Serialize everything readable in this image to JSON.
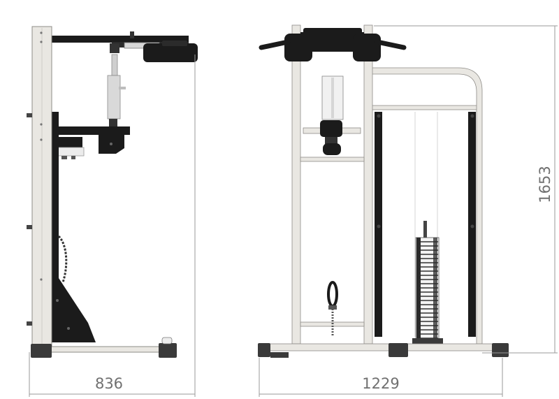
{
  "dimensions": {
    "side_width": "836",
    "front_width": "1229",
    "height": "1653"
  },
  "colors": {
    "frame": "#e9e7e2",
    "frame_edge": "#8e8c88",
    "dark": "#1b1b1b",
    "dim_line": "#9a9a9a",
    "dim_text": "#707070",
    "stack": "#2a2a2a"
  }
}
